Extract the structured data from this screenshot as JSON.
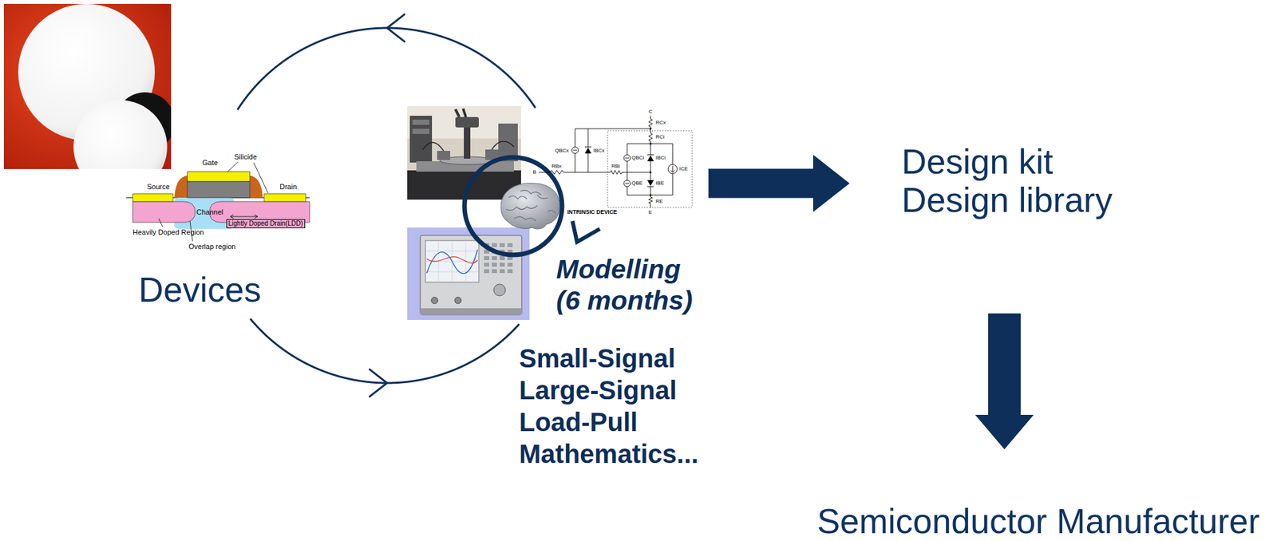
{
  "diagram": {
    "nodes": [
      {
        "text": [
          "Devices"
        ]
      },
      {
        "text": [
          "Modelling (6 months)",
          "Small-Signal Large-Signal Load-Pull Mathematics..."
        ]
      },
      {
        "text": [
          "Design kit Design library"
        ]
      },
      {
        "text": [
          "Semiconductor Manufacturer"
        ]
      }
    ],
    "edges": [
      {
        "from": 1,
        "to": 0,
        "arrow": "to"
      },
      {
        "from": 0,
        "to": 1,
        "arrow": "to"
      },
      {
        "from": 1,
        "to": 2,
        "arrow": "to"
      },
      {
        "from": 2,
        "to": 3,
        "arrow": "to"
      }
    ],
    "labels": [
      "Gate",
      "Silicide",
      "Source",
      "Drain",
      "Channel",
      "Lightly Doped Drain(LDD)",
      "Heavily Doped Region",
      "Overlap region",
      "C",
      "RCx",
      "RCi",
      "QBCx",
      "IBCx",
      "QBCi",
      "IBCi",
      "B",
      "RBx",
      "RBi",
      "ICE",
      "QBE",
      "IBE",
      "INTRINSIC DEVICE",
      "RE",
      "E"
    ]
  }
}
